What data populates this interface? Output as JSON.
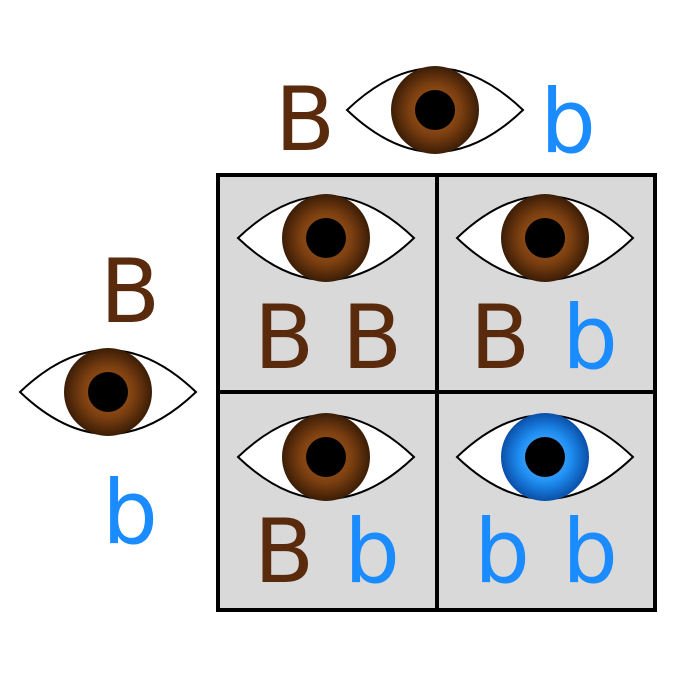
{
  "colors": {
    "dominant": "#5a2a0c",
    "recessive": "#1a8cff",
    "cell_fill": "#d9d9d9",
    "grid_stroke": "#000000",
    "sclera": "#ffffff",
    "iris_brown": "#4a2608",
    "iris_blue": "#0b6fd1",
    "pupil": "#000000"
  },
  "top_parent": {
    "eye": "brown-eye-icon",
    "left_allele": "B",
    "right_allele": "b"
  },
  "left_parent": {
    "eye": "brown-eye-icon",
    "top_allele": "B",
    "bottom_allele": "b"
  },
  "grid": [
    {
      "eye": "brown-eye-icon",
      "allele1": "B",
      "allele2": "B"
    },
    {
      "eye": "brown-eye-icon",
      "allele1": "B",
      "allele2": "b"
    },
    {
      "eye": "brown-eye-icon",
      "allele1": "B",
      "allele2": "b"
    },
    {
      "eye": "blue-eye-icon",
      "allele1": "b",
      "allele2": "b"
    }
  ]
}
